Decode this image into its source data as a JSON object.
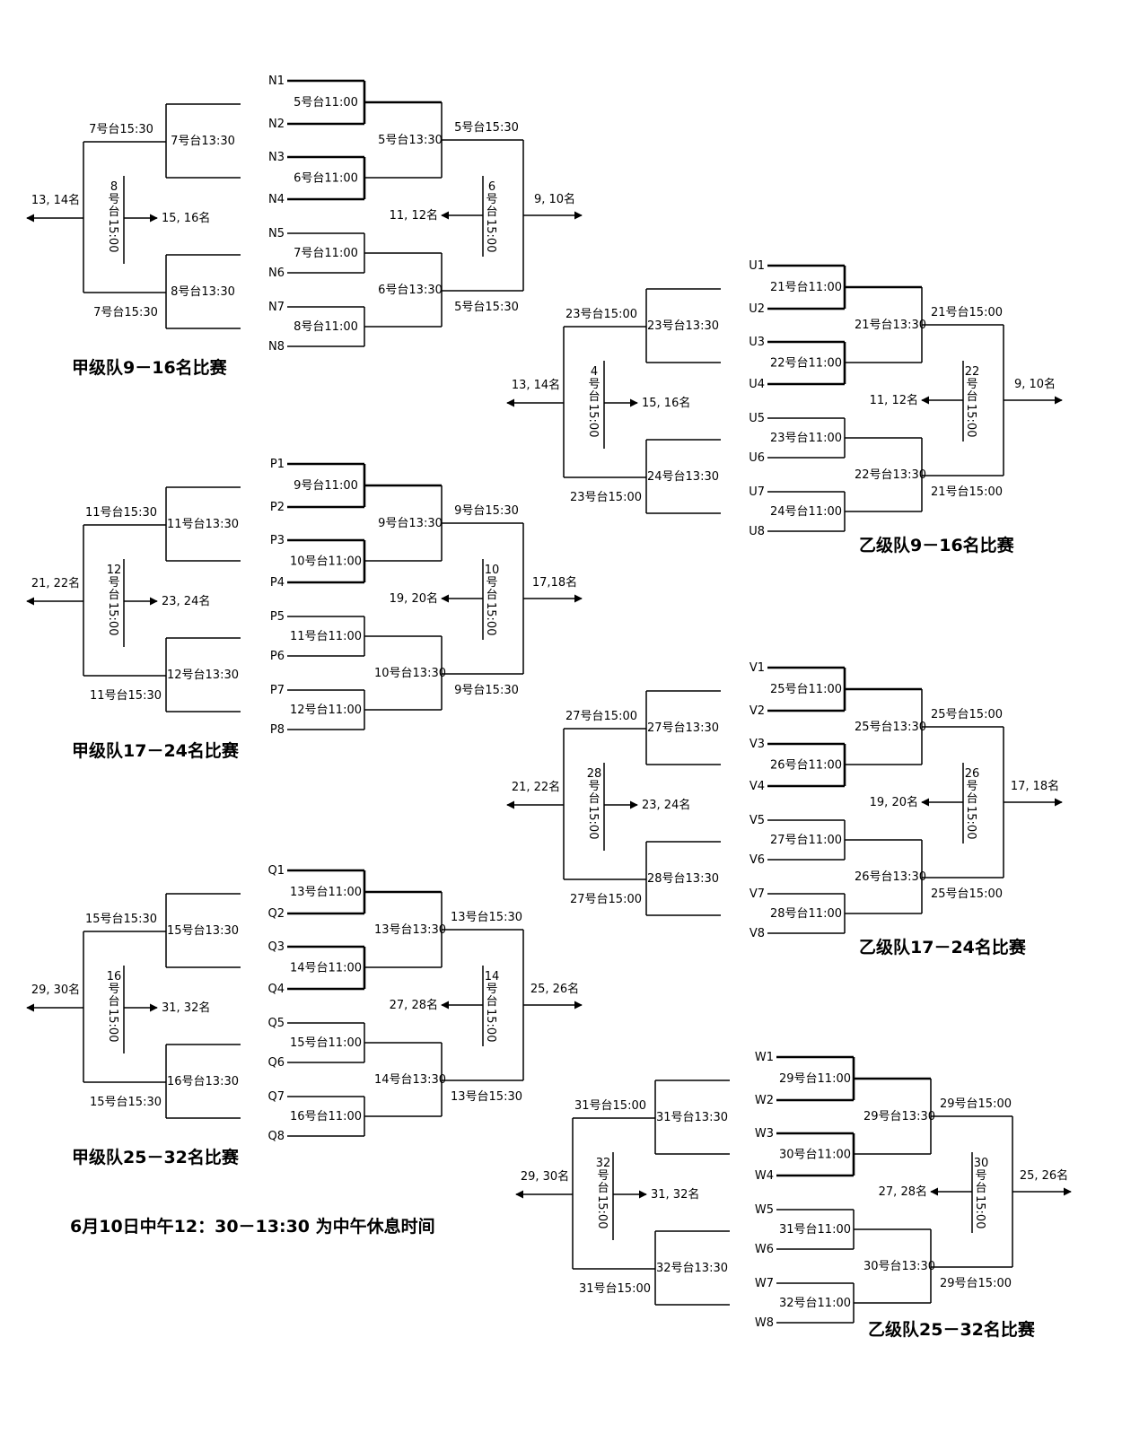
{
  "brackets": [
    {
      "title": "甲级队9－16名比赛",
      "seeds": [
        "N1",
        "N2",
        "N3",
        "N4",
        "N5",
        "N6",
        "N7",
        "N8"
      ],
      "r1": [
        "5号台11:00",
        "6号台11:00",
        "7号台11:00",
        "8号台11:00"
      ],
      "r2": [
        "5号台13:30",
        "6号台13:30"
      ],
      "final_top": "5号台15:30",
      "final_bottom": "5号台15:30",
      "final_mid": "6号台15:00",
      "win_out": "9, 10名",
      "lose_out": "11, 12名",
      "lb_semis": [
        "7号台13:30",
        "8号台13:30"
      ],
      "lb_top": "7号台15:30",
      "lb_bottom": "7号台15:30",
      "lb_mid": "8号台15:00",
      "lb_win": "13, 14名",
      "lb_lose": "15, 16名"
    },
    {
      "title": "乙级队9－16名比赛",
      "seeds": [
        "U1",
        "U2",
        "U3",
        "U4",
        "U5",
        "U6",
        "U7",
        "U8"
      ],
      "r1": [
        "21号台11:00",
        "22号台11:00",
        "23号台11:00",
        "24号台11:00"
      ],
      "r2": [
        "21号台13:30",
        "22号台13:30"
      ],
      "final_top": "21号台15:00",
      "final_bottom": "21号台15:00",
      "final_mid": "22号台15:00",
      "win_out": "9, 10名",
      "lose_out": "11, 12名",
      "lb_semis": [
        "23号台13:30",
        "24号台13:30"
      ],
      "lb_top": "23号台15:00",
      "lb_bottom": "23号台15:00",
      "lb_mid": "4号台15:00",
      "lb_win": "13, 14名",
      "lb_lose": "15, 16名"
    },
    {
      "title": "甲级队17－24名比赛",
      "seeds": [
        "P1",
        "P2",
        "P3",
        "P4",
        "P5",
        "P6",
        "P7",
        "P8"
      ],
      "r1": [
        "9号台11:00",
        "10号台11:00",
        "11号台11:00",
        "12号台11:00"
      ],
      "r2": [
        "9号台13:30",
        "10号台13:30"
      ],
      "final_top": "9号台15:30",
      "final_bottom": "9号台15:30",
      "final_mid": "10号台15:00",
      "win_out": "17,18名",
      "lose_out": "19, 20名",
      "lb_semis": [
        "11号台13:30",
        "12号台13:30"
      ],
      "lb_top": "11号台15:30",
      "lb_bottom": "11号台15:30",
      "lb_mid": "12号台15:00",
      "lb_win": "21, 22名",
      "lb_lose": "23, 24名"
    },
    {
      "title": "乙级队17－24名比赛",
      "seeds": [
        "V1",
        "V2",
        "V3",
        "V4",
        "V5",
        "V6",
        "V7",
        "V8"
      ],
      "r1": [
        "25号台11:00",
        "26号台11:00",
        "27号台11:00",
        "28号台11:00"
      ],
      "r2": [
        "25号台13:30",
        "26号台13:30"
      ],
      "final_top": "25号台15:00",
      "final_bottom": "25号台15:00",
      "final_mid": "26号台15:00",
      "win_out": "17, 18名",
      "lose_out": "19, 20名",
      "lb_semis": [
        "27号台13:30",
        "28号台13:30"
      ],
      "lb_top": "27号台15:00",
      "lb_bottom": "27号台15:00",
      "lb_mid": "28号台15:00",
      "lb_win": "21, 22名",
      "lb_lose": "23, 24名"
    },
    {
      "title": "甲级队25－32名比赛",
      "seeds": [
        "Q1",
        "Q2",
        "Q3",
        "Q4",
        "Q5",
        "Q6",
        "Q7",
        "Q8"
      ],
      "r1": [
        "13号台11:00",
        "14号台11:00",
        "15号台11:00",
        "16号台11:00"
      ],
      "r2": [
        "13号台13:30",
        "14号台13:30"
      ],
      "final_top": "13号台15:30",
      "final_bottom": "13号台15:30",
      "final_mid": "14号台15:00",
      "win_out": "25, 26名",
      "lose_out": "27, 28名",
      "lb_semis": [
        "15号台13:30",
        "16号台13:30"
      ],
      "lb_top": "15号台15:30",
      "lb_bottom": "15号台15:30",
      "lb_mid": "16号台15:00",
      "lb_win": "29, 30名",
      "lb_lose": "31, 32名"
    },
    {
      "title": "乙级队25－32名比赛",
      "seeds": [
        "W1",
        "W2",
        "W3",
        "W4",
        "W5",
        "W6",
        "W7",
        "W8"
      ],
      "r1": [
        "29号台11:00",
        "30号台11:00",
        "31号台11:00",
        "32号台11:00"
      ],
      "r2": [
        "29号台13:30",
        "30号台13:30"
      ],
      "final_top": "29号台15:00",
      "final_bottom": "29号台15:00",
      "final_mid": "30号台15:00",
      "win_out": "25, 26名",
      "lose_out": "27, 28名",
      "lb_semis": [
        "31号台13:30",
        "32号台13:30"
      ],
      "lb_top": "31号台15:00",
      "lb_bottom": "31号台15:00",
      "lb_mid": "32号台15:00",
      "lb_win": "29, 30名",
      "lb_lose": "31, 32名"
    }
  ],
  "note": "6月10日中午12：30－13:30 为中午休息时间"
}
